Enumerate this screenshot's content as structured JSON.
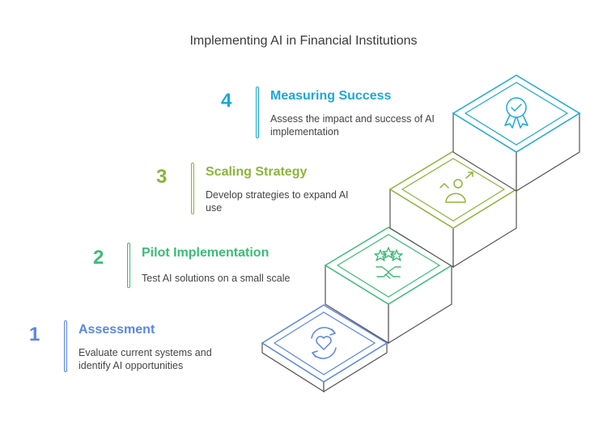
{
  "title": "Implementing AI in Financial Institutions",
  "steps": [
    {
      "number": "1",
      "title": "Assessment",
      "description": "Evaluate current systems and identify AI opportunities",
      "color": "#5b86e5",
      "icon": "heart-refresh-icon"
    },
    {
      "number": "2",
      "title": "Pilot Implementation",
      "description": "Test AI solutions on a small scale",
      "color": "#3dbb78",
      "icon": "stars-handshake-icon"
    },
    {
      "number": "3",
      "title": "Scaling Strategy",
      "description": "Develop strategies to expand AI use",
      "color": "#8db43a",
      "icon": "person-growth-icon"
    },
    {
      "number": "4",
      "title": "Measuring Success",
      "description": "Assess the impact and success of AI implementation",
      "color": "#1ea7d8",
      "icon": "award-badge-icon"
    }
  ]
}
